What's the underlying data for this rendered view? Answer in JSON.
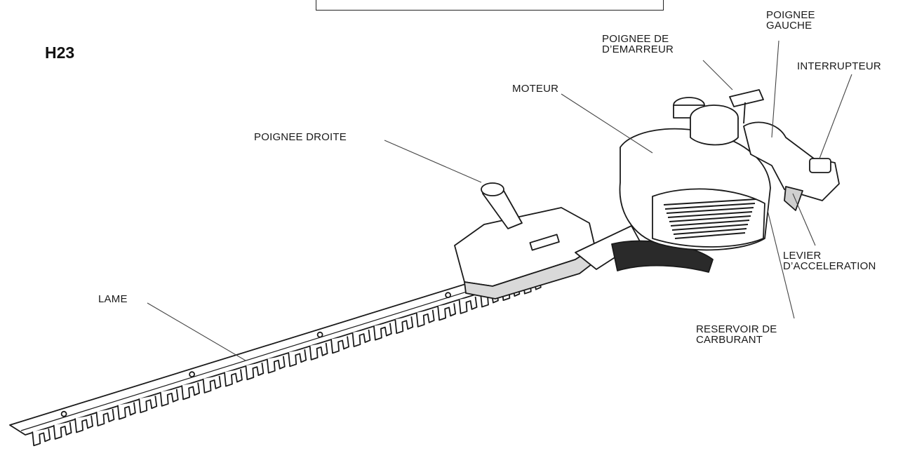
{
  "model": "H23",
  "labels": {
    "poignee_gauche": [
      "POIGNEE",
      "GAUCHE"
    ],
    "poignee_demarreur": [
      "POIGNEE DE",
      "D’EMARREUR"
    ],
    "interrupteur": "INTERRUPTEUR",
    "moteur": "MOTEUR",
    "poignee_droite": "POIGNEE DROITE",
    "levier": [
      "LEVIER",
      "D’ACCELERATION"
    ],
    "lame": "LAME",
    "reservoir": [
      "RESERVOIR DE",
      "CARBURANT"
    ]
  },
  "blade": {
    "teeth_count": 24,
    "rivet_count": 4
  }
}
